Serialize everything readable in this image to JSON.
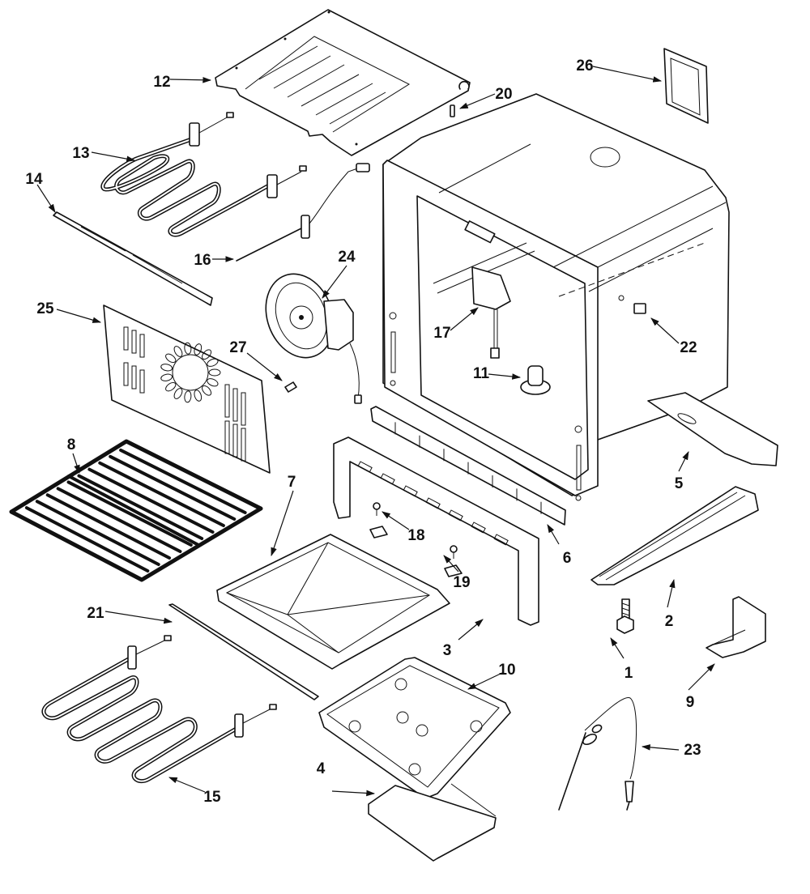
{
  "diagram": {
    "title": "Oven exploded parts diagram",
    "ink_color": "#111111",
    "background_color": "#ffffff",
    "callouts": [
      {
        "id": "1",
        "label": "1",
        "part": "leveling-leg"
      },
      {
        "id": "2",
        "label": "2",
        "part": "drawer-slide-rail"
      },
      {
        "id": "3",
        "label": "3",
        "part": "front-frame-bracket"
      },
      {
        "id": "4",
        "label": "4",
        "part": "bottom-cover-plate"
      },
      {
        "id": "5",
        "label": "5",
        "part": "side-bottom-support"
      },
      {
        "id": "6",
        "label": "6",
        "part": "front-frame-insulation-strip"
      },
      {
        "id": "7",
        "label": "7",
        "part": "storage-drawer"
      },
      {
        "id": "8",
        "label": "8",
        "part": "oven-rack"
      },
      {
        "id": "9",
        "label": "9",
        "part": "anti-tip-bracket"
      },
      {
        "id": "10",
        "label": "10",
        "part": "broiler-pan"
      },
      {
        "id": "11",
        "label": "11",
        "part": "oven-light-socket"
      },
      {
        "id": "12",
        "label": "12",
        "part": "top-heat-shield"
      },
      {
        "id": "13",
        "label": "13",
        "part": "broil-element"
      },
      {
        "id": "14",
        "label": "14",
        "part": "element-bracket"
      },
      {
        "id": "15",
        "label": "15",
        "part": "bake-element"
      },
      {
        "id": "16",
        "label": "16",
        "part": "temperature-sensor"
      },
      {
        "id": "17",
        "label": "17",
        "part": "oven-light-housing"
      },
      {
        "id": "18",
        "label": "18",
        "part": "screw"
      },
      {
        "id": "19",
        "label": "19",
        "part": "drawer-clip"
      },
      {
        "id": "20",
        "label": "20",
        "part": "screw"
      },
      {
        "id": "21",
        "label": "21",
        "part": "trim-strip"
      },
      {
        "id": "22",
        "label": "22",
        "part": "light-switch"
      },
      {
        "id": "23",
        "label": "23",
        "part": "meat-probe"
      },
      {
        "id": "24",
        "label": "24",
        "part": "convection-fan-motor"
      },
      {
        "id": "25",
        "label": "25",
        "part": "convection-fan-cover"
      },
      {
        "id": "26",
        "label": "26",
        "part": "vent-cover"
      },
      {
        "id": "27",
        "label": "27",
        "part": "screw"
      }
    ]
  }
}
